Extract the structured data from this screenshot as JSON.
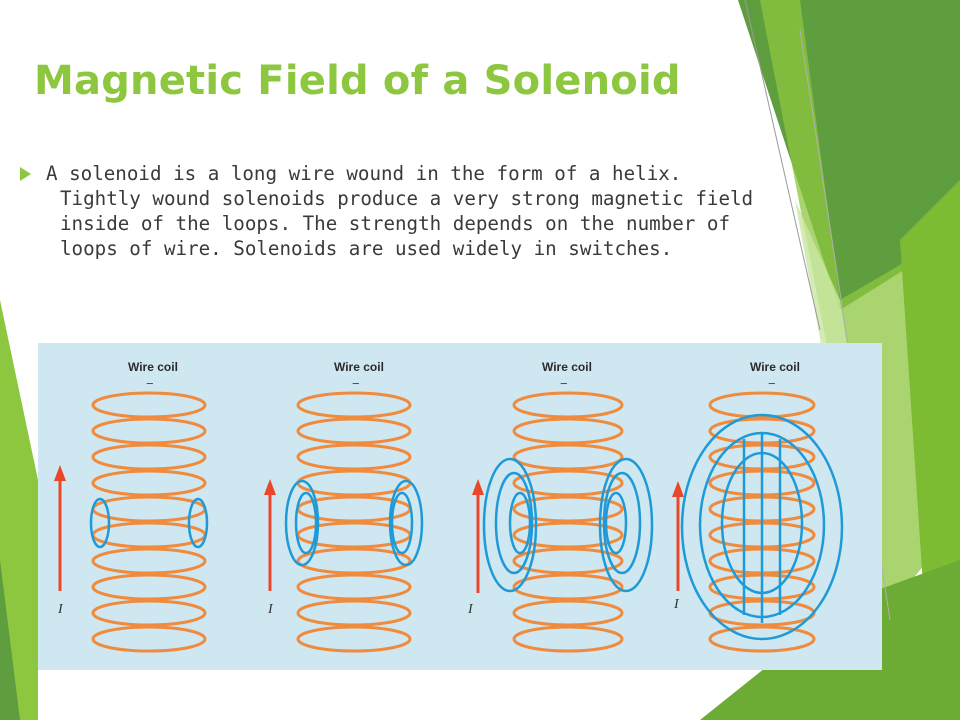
{
  "slide": {
    "title": "Magnetic Field of a Solenoid",
    "bullet_lines": [
      "A solenoid is a long wire wound in the form of a helix.",
      "Tightly wound solenoids produce a very strong magnetic field",
      "inside of the loops. The strength depends on the number of",
      "loops of wire.  Solenoids are used widely in switches."
    ]
  },
  "figure": {
    "panels": [
      {
        "label": "Wire coil",
        "top_sign": "−",
        "current_label": "I"
      },
      {
        "label": "Wire coil",
        "top_sign": "−",
        "current_label": "I"
      },
      {
        "label": "Wire coil",
        "top_sign": "−",
        "current_label": "I"
      },
      {
        "label": "Wire coil",
        "top_sign": "−",
        "current_label": "I"
      }
    ]
  },
  "colors": {
    "accent_green": "#8dc63f",
    "dark_green": "#5a9a3c",
    "coil_orange": "#f08a3c",
    "field_blue": "#1f9ad6",
    "current_red": "#e8472a",
    "figure_bg": "#cfe7f1"
  }
}
